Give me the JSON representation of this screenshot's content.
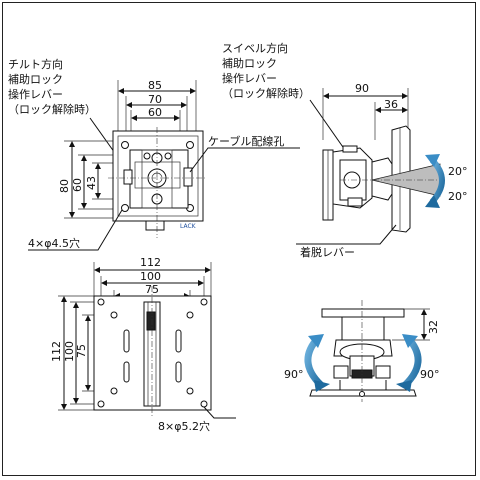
{
  "top_left_view": {
    "tilt_lever_label_lines": [
      "チルト方向",
      "補助ロック",
      "操作レバー",
      "（ロック解除時）"
    ],
    "cable_hole_label": "ケーブル配線孔",
    "hole_label": "4×φ4.5穴",
    "width_dims": [
      "85",
      "70",
      "60"
    ],
    "height_dims": [
      "80",
      "60",
      "43"
    ],
    "logo_text": "LACK"
  },
  "top_right_view": {
    "swivel_lever_label_lines": [
      "スイベル方向",
      "補助ロック",
      "操作レバー",
      "（ロック解除時）"
    ],
    "width_dims": [
      "90",
      "36"
    ],
    "angle_up": "20°",
    "angle_down": "20°",
    "release_lever_label": "着脱レバー"
  },
  "bottom_left_view": {
    "width_dims": [
      "112",
      "100",
      "75"
    ],
    "height_dims": [
      "112",
      "100",
      "75"
    ],
    "hole_label": "8×φ5.2穴"
  },
  "bottom_right_view": {
    "height_dim": "32",
    "angle_left": "90°",
    "angle_right": "90°"
  },
  "colors": {
    "arrow_blue": "#3a8dc6",
    "arrow_dark": "#1e6a9e",
    "line": "#111111"
  }
}
